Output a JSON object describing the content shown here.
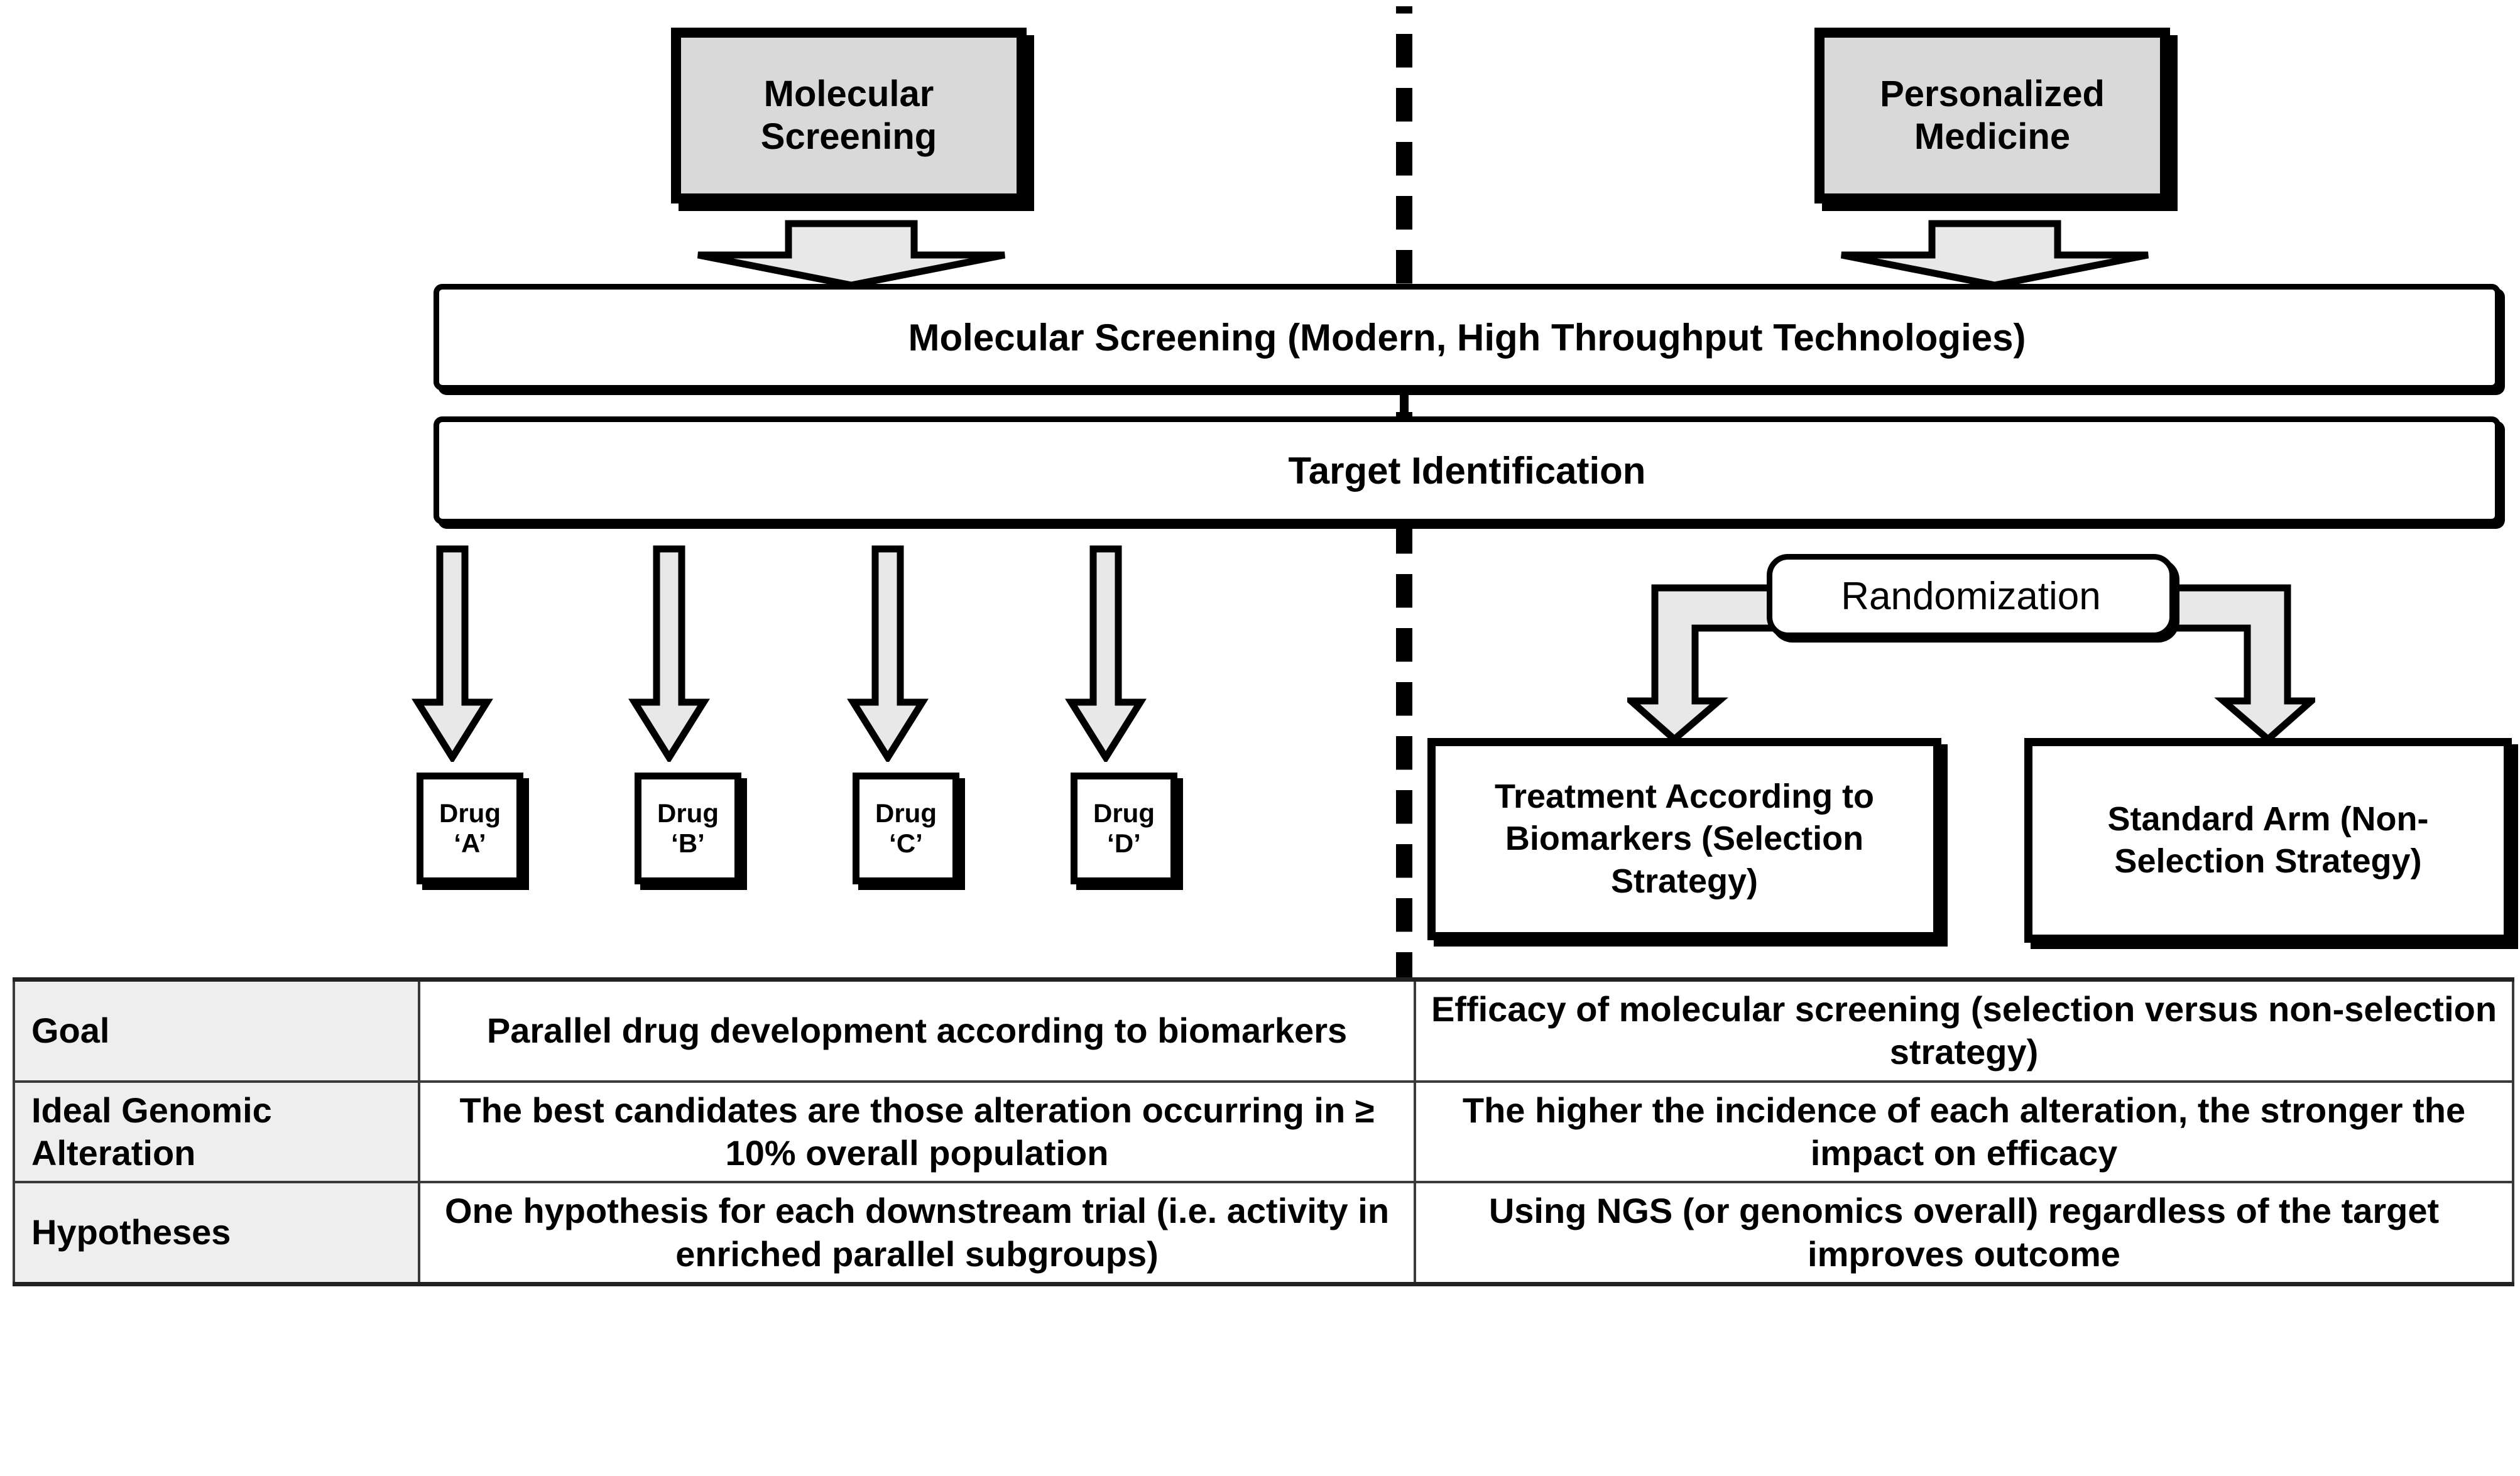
{
  "diagram": {
    "left_header": "Molecular Screening",
    "right_header": "Personalized Medicine",
    "banner_screening": "Molecular Screening (Modern, High Throughput Technologies)",
    "banner_target": "Target Identification",
    "randomization": "Randomization",
    "drugs": [
      {
        "label": "Drug ‘A’"
      },
      {
        "label": "Drug ‘B’"
      },
      {
        "label": "Drug ‘C’"
      },
      {
        "label": "Drug ‘D’"
      }
    ],
    "arms": [
      {
        "label": "Treatment According to Biomarkers (Selection Strategy)"
      },
      {
        "label": "Standard Arm (Non-Selection Strategy)"
      }
    ]
  },
  "table": {
    "rows": [
      {
        "header": "Goal",
        "left": "Parallel drug development according to biomarkers",
        "right": "Efficacy of molecular screening (selection versus non-selection strategy)"
      },
      {
        "header": "Ideal Genomic Alteration",
        "left": "The best candidates are those alteration occurring in ≥ 10% overall population",
        "right": "The higher the incidence of each alteration, the stronger the impact on efficacy"
      },
      {
        "header": "Hypotheses",
        "left": "One hypothesis for each downstream trial (i.e. activity in enriched parallel subgroups)",
        "right": "Using NGS (or genomics overall) regardless of the target improves outcome"
      }
    ]
  },
  "colors": {
    "header_fill": "#d9d9d9",
    "arrow_fill": "#e8e8e8",
    "row_header_fill": "#eeeeee",
    "stroke": "#000000"
  }
}
